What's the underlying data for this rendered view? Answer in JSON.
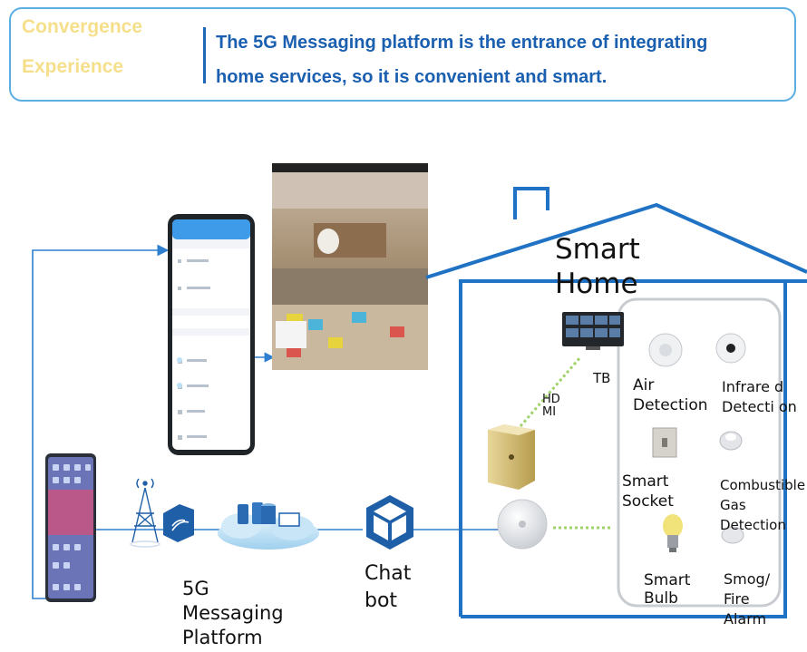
{
  "banner": {
    "tag_line1": "Convergence",
    "tag_line2": "Experience",
    "headline_line1": "The 5G Messaging platform is the entrance of integrating",
    "headline_line2": "home services, so it is convenient and smart."
  },
  "diagram": {
    "platform_label_lines": [
      "5G",
      "Messaging",
      "Platform"
    ],
    "chatbot_label_lines": [
      "Chat",
      "bot"
    ],
    "home_title_lines": [
      "Smart",
      "Home"
    ],
    "tv_label": "TB",
    "hdmi_label_lines": [
      "HD",
      "MI"
    ],
    "devices": {
      "air_detection": [
        "Air",
        "Detection"
      ],
      "infrared_detection": [
        "Infrare d",
        "Detecti on"
      ],
      "smart_socket": [
        "Smart",
        "Socket"
      ],
      "gas_detection": [
        "Combustible",
        "Gas",
        "Detection"
      ],
      "smart_bulb": [
        "Smart",
        "Bulb"
      ],
      "smog_alarm": [
        "Smog/",
        "Fire",
        "Alarm"
      ]
    }
  },
  "colors": {
    "accent_blue": "#1b60b0",
    "house_blue": "#1f72c4",
    "banner_border": "#5aaee2",
    "dotted_green": "#9fd36a"
  }
}
